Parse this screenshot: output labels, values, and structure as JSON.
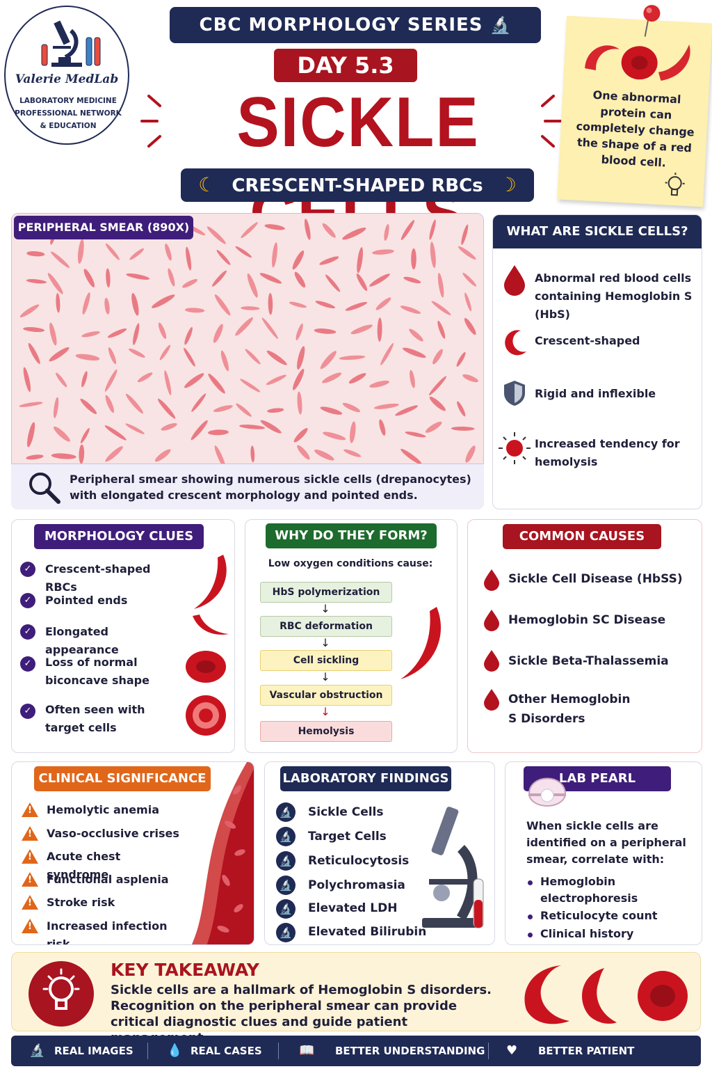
{
  "logo": {
    "brand": "Valerie MedLab",
    "sub": "LABORATORY MEDICINE PROFESSIONAL NETWORK & EDUCATION"
  },
  "header": {
    "series": "CBC MORPHOLOGY SERIES",
    "day": "DAY 5.3",
    "title": "SICKLE CELLS",
    "subtitle": "CRESCENT-SHAPED RBCs"
  },
  "note": {
    "text": "One abnormal protein can completely change the shape of a red blood cell."
  },
  "smear": {
    "tag": "PERIPHERAL SMEAR (890X)",
    "caption": "Peripheral smear showing numerous sickle cells (drepanocytes) with elongated crescent morphology and pointed ends."
  },
  "what": {
    "title": "WHAT ARE SICKLE CELLS?",
    "items": [
      "Abnormal red blood cells containing Hemoglobin S (HbS)",
      "Crescent-shaped",
      "Rigid and inflexible",
      "Increased tendency for hemolysis"
    ]
  },
  "morphology": {
    "title": "MORPHOLOGY CLUES",
    "items": [
      "Crescent-shaped RBCs",
      "Pointed ends",
      "Elongated appearance",
      "Loss of normal biconcave shape",
      "Often seen with target cells"
    ]
  },
  "why": {
    "title": "WHY DO THEY FORM?",
    "intro": "Low oxygen conditions cause:",
    "steps": [
      "HbS polymerization",
      "RBC deformation",
      "Cell sickling",
      "Vascular obstruction",
      "Hemolysis"
    ],
    "colors": [
      "#e6f2df",
      "#e6f2df",
      "#fdf3c0",
      "#fdf3c0",
      "#fbdcdc"
    ]
  },
  "causes": {
    "title": "COMMON CAUSES",
    "items": [
      "Sickle Cell Disease (HbSS)",
      "Hemoglobin SC Disease",
      "Sickle Beta-Thalassemia",
      "Other Hemoglobin S Disorders"
    ]
  },
  "clinical": {
    "title": "CLINICAL SIGNIFICANCE",
    "items": [
      "Hemolytic anemia",
      "Vaso-occlusive crises",
      "Acute chest syndrome",
      "Functional asplenia",
      "Stroke risk",
      "Increased infection risk"
    ]
  },
  "lab": {
    "title": "LABORATORY FINDINGS",
    "items": [
      "Sickle Cells",
      "Target Cells",
      "Reticulocytosis",
      "Polychromasia",
      "Elevated LDH",
      "Elevated Bilirubin"
    ]
  },
  "pearl": {
    "title": "LAB PEARL",
    "intro": "When sickle cells are identified on a peripheral smear, correlate with:",
    "items": [
      "Hemoglobin electrophoresis",
      "Reticulocyte count",
      "Clinical history"
    ]
  },
  "key": {
    "title": "KEY TAKEAWAY",
    "text": "Sickle cells are a hallmark of Hemoglobin S disorders. Recognition on the peripheral smear can provide critical diagnostic clues and guide patient management."
  },
  "footer": {
    "items": [
      "REAL IMAGES",
      "REAL CASES",
      "BETTER UNDERSTANDING",
      "BETTER PATIENT OUTCOMES"
    ]
  },
  "colors": {
    "navy": "#1f2a55",
    "crimson": "#a8141f",
    "purple": "#3f1d7a",
    "green": "#1e6b2e",
    "orange": "#e0661a",
    "note_yellow": "#fdf0b0"
  }
}
